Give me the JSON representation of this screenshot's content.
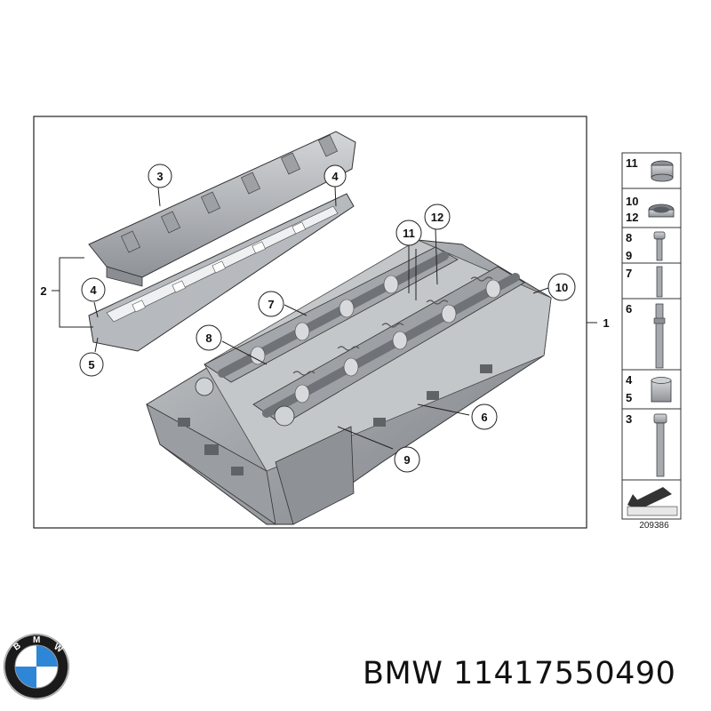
{
  "callouts": {
    "c1": "1",
    "c2": "2",
    "c3": "3",
    "c4a": "4",
    "c4b": "4",
    "c5": "5",
    "c6": "6",
    "c7": "7",
    "c8": "8",
    "c9": "9",
    "c10": "10",
    "c11": "11",
    "c12": "12"
  },
  "legend": {
    "r11": "11",
    "r10": "10",
    "r12": "12",
    "r8": "8",
    "r9": "9",
    "r7": "7",
    "r6": "6",
    "r4": "4",
    "r5": "5",
    "r3": "3"
  },
  "reference_number": "209386",
  "caption": "BMW 11417550490",
  "logo": {
    "ring_color": "#1a1a1a",
    "blue": "#2e86d6",
    "white": "#ffffff"
  },
  "colors": {
    "part_fill": "#b9bcc0",
    "part_dark": "#7d8186",
    "line": "#222222"
  }
}
